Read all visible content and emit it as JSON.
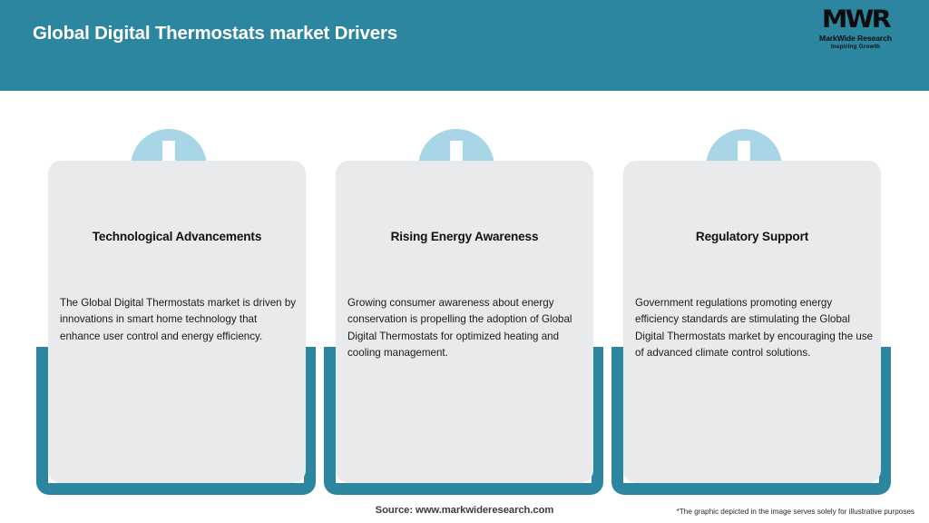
{
  "header": {
    "title": "Global Digital Thermostats market Drivers",
    "bg_color": "#2d86a0",
    "logo": {
      "mark": "MWR",
      "name": "MarkWide Research",
      "tagline": "Inspiring Growth"
    }
  },
  "theme": {
    "teal": "#2d86a0",
    "card_bg": "#e8eaeb",
    "badge_blue": "#a9d6e6",
    "arrow": "#ffffff"
  },
  "cards": [
    {
      "icon": "down-arrow-icon",
      "title": "Technological Advancements",
      "body": "The Global Digital Thermostats market is driven by innovations in smart home technology that enhance user control and energy efficiency."
    },
    {
      "icon": "down-arrow-icon",
      "title": "Rising Energy Awareness",
      "body": "Growing consumer awareness about energy conservation is propelling the adoption of Global Digital Thermostats for optimized heating and cooling management."
    },
    {
      "icon": "down-arrow-icon",
      "title": "Regulatory Support",
      "body": "Government regulations promoting energy efficiency standards are stimulating the Global Digital Thermostats market by encouraging the use of advanced climate control solutions."
    }
  ],
  "footer": {
    "source": "Source: www.markwideresearch.com",
    "disclaimer": "*The graphic depicted in the image serves solely for illustrative purposes"
  }
}
